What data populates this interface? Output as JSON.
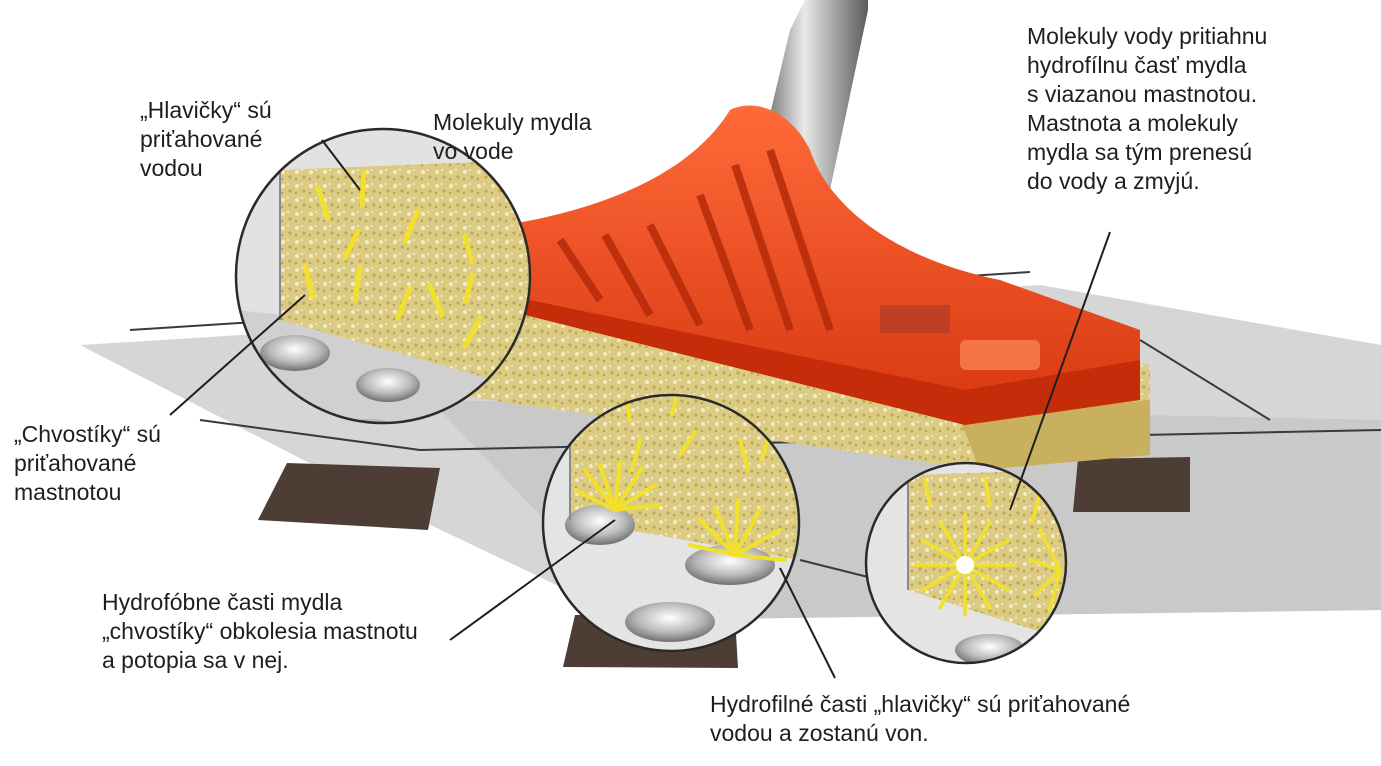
{
  "labels": {
    "heads_attracted": "„Hlavičky“ sú\npriťahované\nvodou",
    "soap_molecules": "Molekuly mydla\nvo vode",
    "water_pulls": "Molekuly vody pritiahnu\nhydrofílnu časť mydla\ns viazanou mastnotou.\nMastnota a molekuly\nmydla sa tým prenesú\ndo vody a zmyjú.",
    "tails_attracted": "„Chvostíky“ sú\npriťahované\nmastnotou",
    "hydrophobic_parts": "Hydrofóbne časti mydla\n„chvostíky“ obkolesia mastnotu\na potopia sa v nej.",
    "hydrophilic_parts": "Hydrofilné časti „hlavičky“ sú priťahované\nvodou a zostanú von."
  },
  "colors": {
    "scrubber_red": "#e8451c",
    "sponge": "#d8c77a",
    "molecule_yellow": "#f2e02a",
    "tile_dark": "#4d3d34",
    "floor": "#cfcfcf"
  },
  "icons": [
    "scrub-brush-icon",
    "magnifier-circle-icon",
    "soap-molecule-icon",
    "micelle-icon",
    "grease-droplet-icon"
  ]
}
